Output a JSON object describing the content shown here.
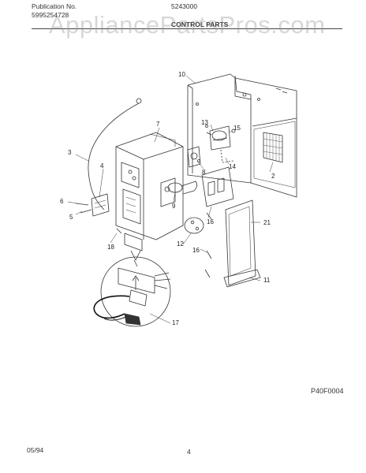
{
  "header": {
    "publication_label": "Publication No.",
    "publication_number": "5995254728",
    "model": "5243000",
    "section_title": "CONTROL PARTS"
  },
  "watermark": "AppliancePartsPros.com",
  "callouts": [
    "10",
    "7",
    "13",
    "15",
    "3",
    "4",
    "8",
    "14",
    "2",
    "6",
    "5",
    "9",
    "16",
    "21",
    "12",
    "18",
    "16",
    "11",
    "17"
  ],
  "diagram_code": "P40F0004",
  "footer": {
    "date": "05/94",
    "page": "4"
  }
}
